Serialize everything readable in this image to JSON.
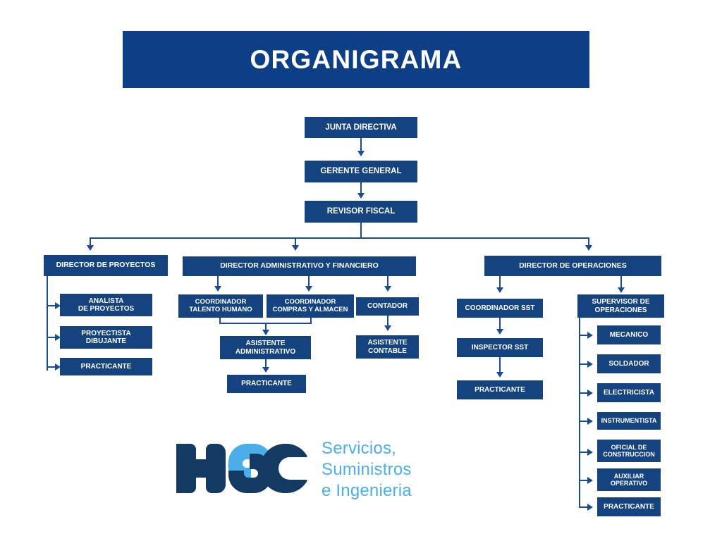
{
  "title": {
    "text": "ORGANIGRAMA"
  },
  "colors": {
    "banner_blue": "#0E3E85",
    "box_blue": "#14437F",
    "connector_blue": "#1B4C92",
    "logo_dark": "#123A63",
    "logo_light": "#4BAEE8",
    "background": "#FFFFFF"
  },
  "chart_data": {
    "type": "diagram",
    "title": "ORGANIGRAMA",
    "nodes": [
      {
        "id": "junta",
        "label": "JUNTA DIRECTIVA"
      },
      {
        "id": "gerente",
        "label": "GERENTE GENERAL"
      },
      {
        "id": "revisor",
        "label": "REVISOR FISCAL"
      },
      {
        "id": "dir_proyectos",
        "label": "DIRECTOR DE PROYECTOS"
      },
      {
        "id": "dir_admin",
        "label": "DIRECTOR ADMINISTRATIVO  Y FINANCIERO"
      },
      {
        "id": "dir_operaciones",
        "label": "DIRECTOR DE OPERACIONES"
      },
      {
        "id": "analista",
        "label": "ANALISTA DE PROYECTOS"
      },
      {
        "id": "proyectista",
        "label": "PROYECTISTA DIBUJANTE"
      },
      {
        "id": "practicante_proy",
        "label": "PRACTICANTE"
      },
      {
        "id": "coord_talento",
        "label": "COORDINADOR TALENTO HUMANO"
      },
      {
        "id": "coord_compras",
        "label": "COORDINADOR COMPRAS Y ALMACEN"
      },
      {
        "id": "contador",
        "label": "CONTADOR"
      },
      {
        "id": "asist_admin",
        "label": "ASISTENTE ADMINISTRATIVO"
      },
      {
        "id": "asist_contable",
        "label": "ASISTENTE CONTABLE"
      },
      {
        "id": "practicante_adm",
        "label": "PRACTICANTE"
      },
      {
        "id": "coord_sst",
        "label": "COORDINADOR SST"
      },
      {
        "id": "inspector_sst",
        "label": "INSPECTOR SST"
      },
      {
        "id": "practicante_sst",
        "label": "PRACTICANTE"
      },
      {
        "id": "supervisor",
        "label": "SUPERVISOR DE OPERACIONES"
      },
      {
        "id": "mecanico",
        "label": "MECANICO"
      },
      {
        "id": "soldador",
        "label": "SOLDADOR"
      },
      {
        "id": "electricista",
        "label": "ELECTRICISTA"
      },
      {
        "id": "instrumentista",
        "label": "INSTRUMENTISTA"
      },
      {
        "id": "oficial",
        "label": "OFICIAL DE CONSTRUCCION"
      },
      {
        "id": "auxiliar",
        "label": "AUXILIAR OPERATIVO"
      },
      {
        "id": "practicante_sup",
        "label": "PRACTICANTE"
      }
    ],
    "edges": [
      [
        "junta",
        "gerente"
      ],
      [
        "gerente",
        "revisor"
      ],
      [
        "revisor",
        "dir_proyectos"
      ],
      [
        "revisor",
        "dir_admin"
      ],
      [
        "revisor",
        "dir_operaciones"
      ],
      [
        "dir_proyectos",
        "analista"
      ],
      [
        "dir_proyectos",
        "proyectista"
      ],
      [
        "dir_proyectos",
        "practicante_proy"
      ],
      [
        "dir_admin",
        "coord_talento"
      ],
      [
        "dir_admin",
        "coord_compras"
      ],
      [
        "dir_admin",
        "contador"
      ],
      [
        "coord_talento",
        "asist_admin"
      ],
      [
        "coord_compras",
        "asist_admin"
      ],
      [
        "asist_admin",
        "practicante_adm"
      ],
      [
        "contador",
        "asist_contable"
      ],
      [
        "dir_operaciones",
        "coord_sst"
      ],
      [
        "dir_operaciones",
        "supervisor"
      ],
      [
        "coord_sst",
        "inspector_sst"
      ],
      [
        "inspector_sst",
        "practicante_sst"
      ],
      [
        "supervisor",
        "mecanico"
      ],
      [
        "supervisor",
        "soldador"
      ],
      [
        "supervisor",
        "electricista"
      ],
      [
        "supervisor",
        "instrumentista"
      ],
      [
        "supervisor",
        "oficial"
      ],
      [
        "supervisor",
        "auxiliar"
      ],
      [
        "supervisor",
        "practicante_sup"
      ]
    ]
  },
  "nodes": {
    "junta": "JUNTA DIRECTIVA",
    "gerente": "GERENTE GENERAL",
    "revisor": "REVISOR FISCAL",
    "dir_proyectos": "DIRECTOR DE PROYECTOS",
    "dir_admin": "DIRECTOR ADMINISTRATIVO  Y FINANCIERO",
    "dir_operaciones": "DIRECTOR DE OPERACIONES",
    "analista_l1": "ANALISTA",
    "analista_l2": "DE PROYECTOS",
    "proyectista_l1": "PROYECTISTA",
    "proyectista_l2": "DIBUJANTE",
    "practicante_proy": "PRACTICANTE",
    "coord_talento_l1": "COORDINADOR",
    "coord_talento_l2": "TALENTO HUMANO",
    "coord_compras_l1": "COORDINADOR",
    "coord_compras_l2": "COMPRAS Y ALMACEN",
    "contador": "CONTADOR",
    "asist_admin_l1": "ASISTENTE",
    "asist_admin_l2": "ADMINISTRATIVO",
    "asist_contable_l1": "ASISTENTE",
    "asist_contable_l2": "CONTABLE",
    "practicante_adm": "PRACTICANTE",
    "coord_sst": "COORDINADOR SST",
    "inspector_sst": "INSPECTOR SST",
    "practicante_sst": "PRACTICANTE",
    "supervisor_l1": "SUPERVISOR DE",
    "supervisor_l2": "OPERACIONES",
    "mecanico": "MECANICO",
    "soldador": "SOLDADOR",
    "electricista": "ELECTRICISTA",
    "instrumentista": "INSTRUMENTISTA",
    "oficial_l1": "OFICIAL DE",
    "oficial_l2": "CONSTRUCCION",
    "auxiliar_l1": "AUXILIAR",
    "auxiliar_l2": "OPERATIVO",
    "practicante_sup": "PRACTICANTE"
  },
  "logo": {
    "mark": "hsc-logo",
    "letters": "HSC",
    "tagline_line1": "Servicios,",
    "tagline_line2": "Suministros",
    "tagline_line3": "e Ingenieria"
  }
}
